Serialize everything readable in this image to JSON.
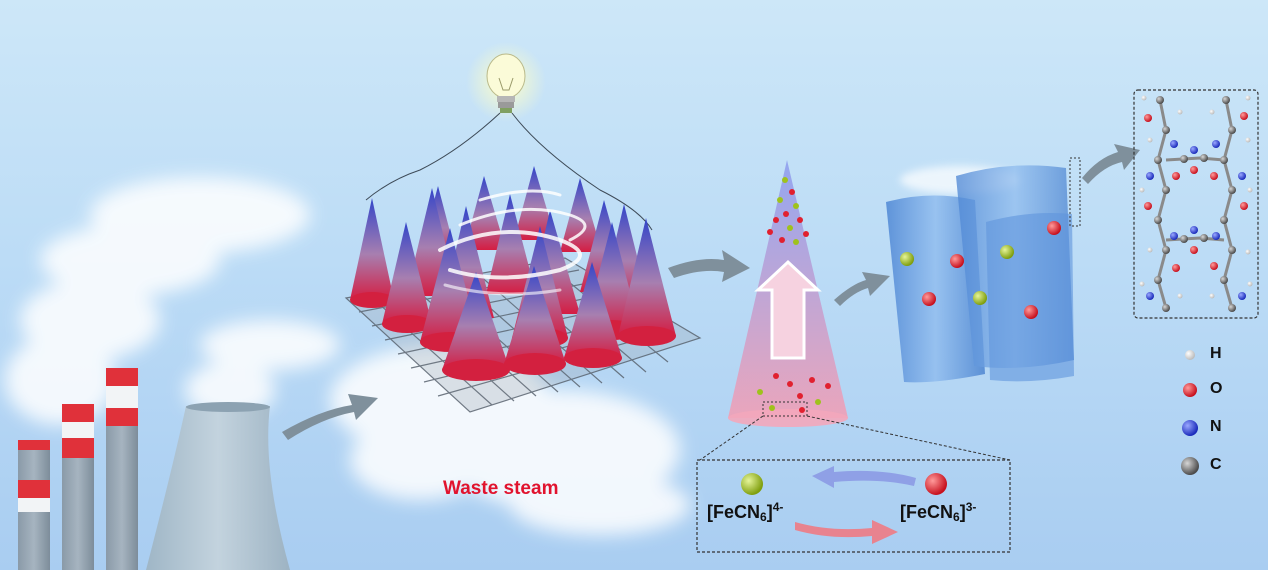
{
  "labels": {
    "waste_steam": "Waste steam"
  },
  "redox": {
    "left": {
      "base": "[FeCN",
      "sub": "6",
      "close": "]",
      "charge": "4-"
    },
    "right": {
      "base": "[FeCN",
      "sub": "6",
      "close": "]",
      "charge": "3-"
    }
  },
  "legend": [
    {
      "symbol": "H",
      "color": "#f2f2f2"
    },
    {
      "symbol": "O",
      "color": "#d8202d"
    },
    {
      "symbol": "N",
      "color": "#2540d8"
    },
    {
      "symbol": "C",
      "color": "#6e6e6e"
    }
  ],
  "colors": {
    "cone_top": "#3a4fc6",
    "cone_bottom": "#d3203f",
    "ion_green": "#9fc21c",
    "ion_red": "#e1202f",
    "arrow": "#7f909c",
    "label_red": "#e1132e"
  },
  "icons": [
    "light-bulb-icon",
    "factory-chimney-icon",
    "cooling-tower-icon",
    "steam-cloud-icon",
    "flow-arrow-icon"
  ]
}
